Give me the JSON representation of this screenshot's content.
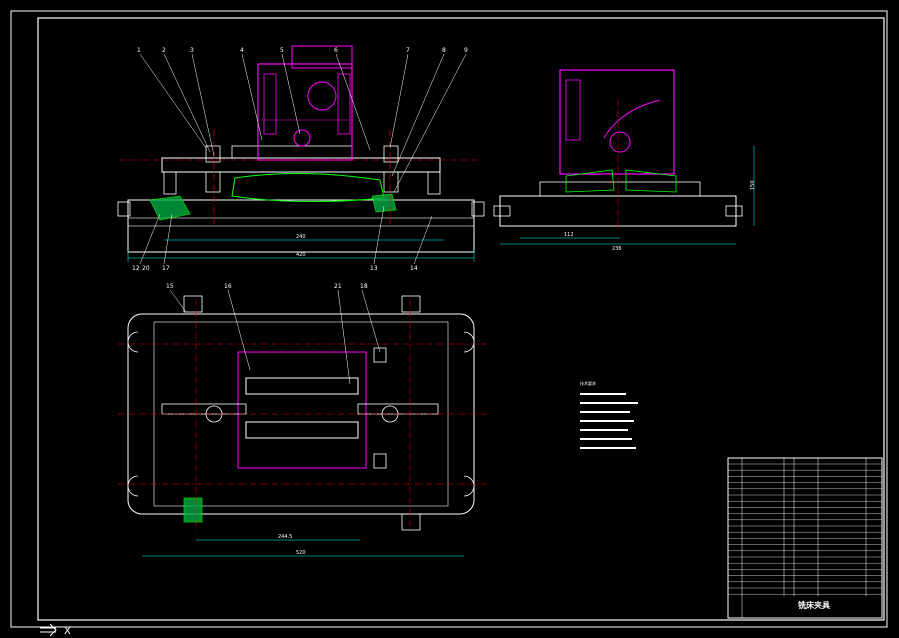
{
  "balloons": [
    "1",
    "2",
    "3",
    "4",
    "5",
    "6",
    "7",
    "8",
    "9",
    "12",
    "13",
    "14",
    "15",
    "16",
    "17",
    "18",
    "20",
    "21"
  ],
  "dims": {
    "front_a": "240",
    "front_b": "420",
    "side_w": "236",
    "side_h": "150",
    "side_c": "112",
    "top_w": "244.5",
    "top_total": "520"
  },
  "notes_heading": "技术要求",
  "title_block": {
    "title": "铣床夹具"
  },
  "axis": {
    "x_label": "X"
  },
  "colors": {
    "bg": "#000000",
    "line": "#ffffff",
    "part": "#ff00ff",
    "section": "#00ff00",
    "dimline": "#00ffff",
    "center": "#ff0000",
    "leader": "#ffffff"
  }
}
